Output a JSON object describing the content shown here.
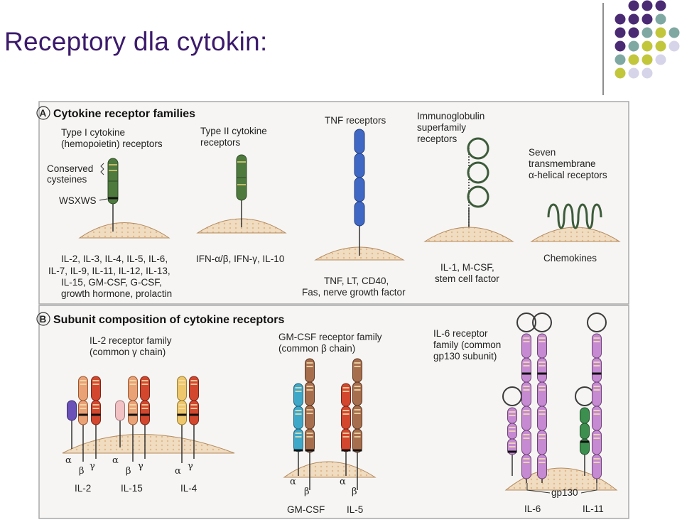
{
  "slide": {
    "title": "Receptory dla cytokin:"
  },
  "decoration": {
    "dot_colors": [
      "#4a2a73",
      "#7fa8a2",
      "#c2c63b",
      "#d6d4e8"
    ]
  },
  "panel_a": {
    "letter": "A",
    "heading": "Cytokine receptor families",
    "type1": {
      "title_l1": "Type I cytokine",
      "title_l2": "(hemopoietin) receptors",
      "conserved_l1": "Conserved",
      "conserved_l2": "cysteines",
      "wsxws": "WSXWS",
      "ligands_l1": "IL-2, IL-3, IL-4, IL-5, IL-6,",
      "ligands_l2": "IL-7, IL-9, IL-11, IL-12, IL-13,",
      "ligands_l3": "IL-15, GM-CSF, G-CSF,",
      "ligands_l4": "growth hormone, prolactin"
    },
    "type2": {
      "title_l1": "Type II cytokine",
      "title_l2": "receptors",
      "ligands": "IFN-α/β, IFN-γ, IL-10"
    },
    "tnf": {
      "title": "TNF receptors",
      "ligands_l1": "TNF, LT, CD40,",
      "ligands_l2": "Fas, nerve growth factor"
    },
    "ig": {
      "title_l1": "Immunoglobulin",
      "title_l2": "superfamily",
      "title_l3": "receptors",
      "ligands_l1": "IL-1, M-CSF,",
      "ligands_l2": "stem cell factor"
    },
    "seven": {
      "title_l1": "Seven",
      "title_l2": "transmembrane",
      "title_l3": "α-helical receptors",
      "ligands": "Chemokines"
    }
  },
  "panel_b": {
    "letter": "B",
    "heading": "Subunit composition of cytokine receptors",
    "il2fam": {
      "title_l1": "IL-2 receptor family",
      "title_l2": "(common γ chain)",
      "labels": [
        "IL-2",
        "IL-15",
        "IL-4"
      ]
    },
    "gmfam": {
      "title_l1": "GM-CSF receptor family",
      "title_l2": "(common β chain)",
      "labels": [
        "GM-CSF",
        "IL-5"
      ]
    },
    "il6fam": {
      "title_l1": "IL-6 receptor",
      "title_l2": "family (common",
      "title_l3": "gp130 subunit)",
      "labels": [
        "IL-6",
        "IL-11"
      ],
      "gp130": "gp130"
    },
    "greek": {
      "alpha": "α",
      "beta": "β",
      "gamma": "γ"
    }
  }
}
